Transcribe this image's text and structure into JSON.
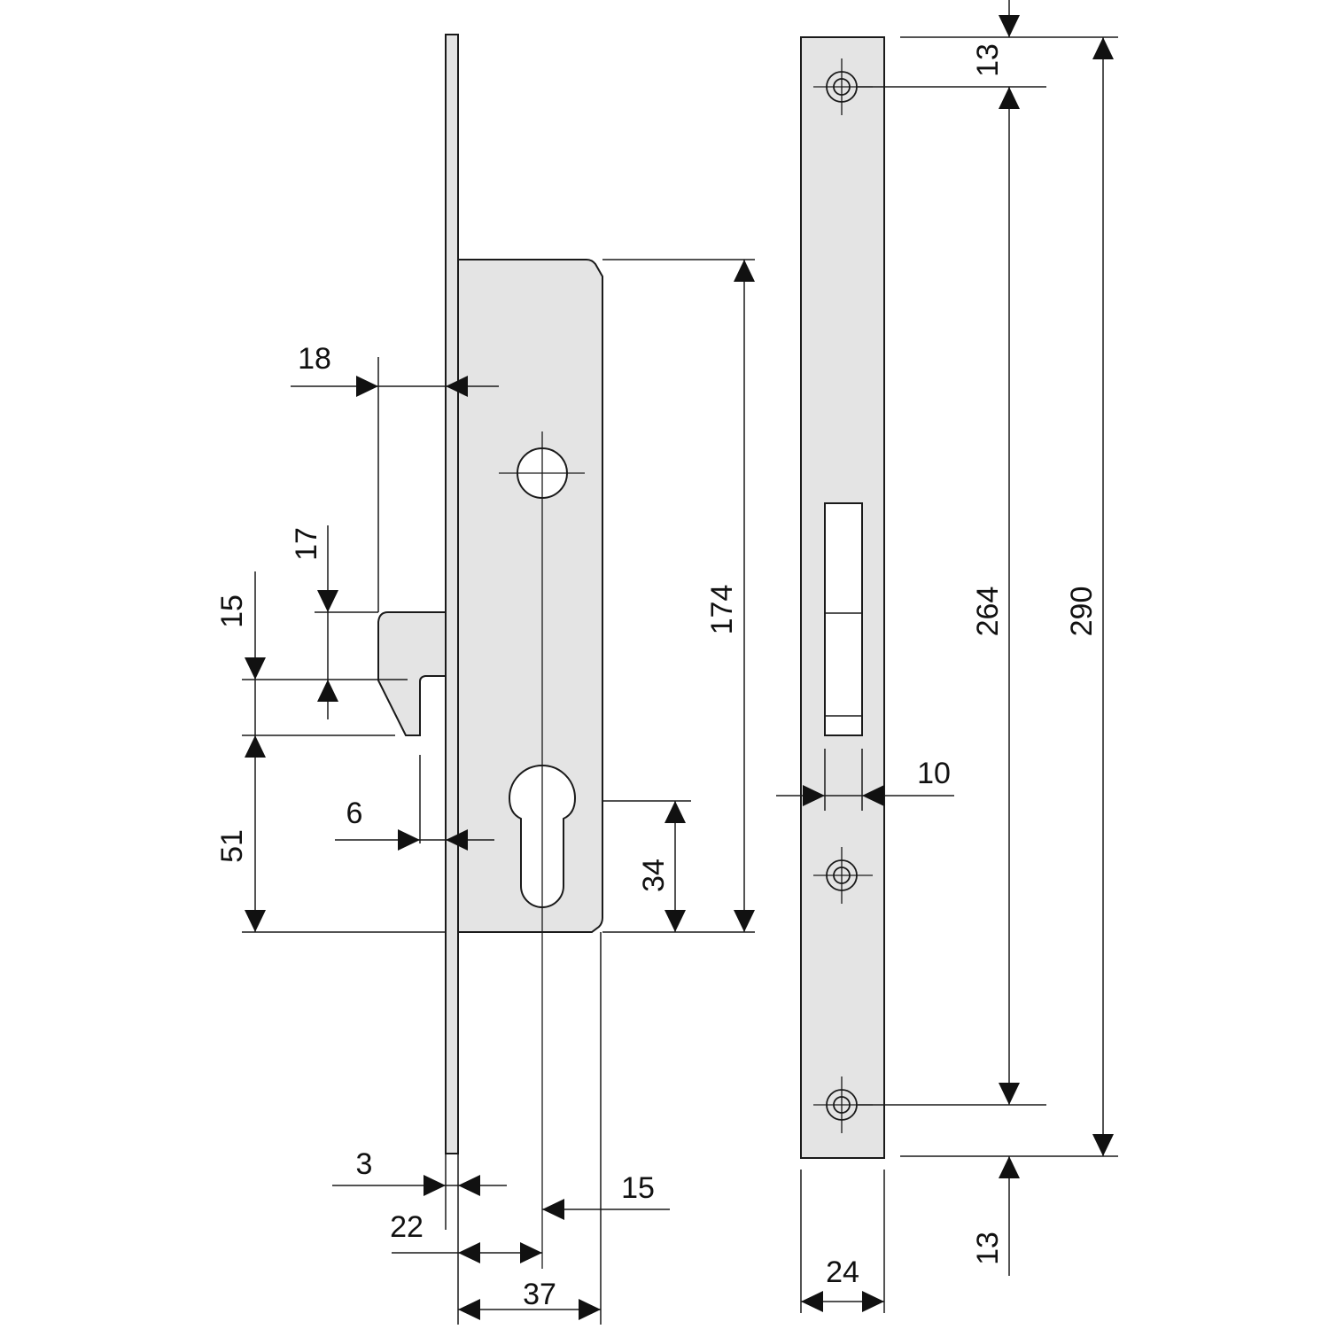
{
  "colors": {
    "part_fill": "#e4e4e4",
    "line": "#1a1a1a",
    "background": "#ffffff"
  },
  "dimensions": {
    "backset_18": "18",
    "latch_17": "17",
    "latch_15": "15",
    "latch_to_cylinder_51": "51",
    "latch_6": "6",
    "cylinder_34": "34",
    "case_174": "174",
    "faceplate_3": "3",
    "offset_22": "22",
    "edge_15": "15",
    "case_37": "37",
    "screw_13_top": "13",
    "screw_spacing_264": "264",
    "faceplate_290": "290",
    "slot_10": "10",
    "screw_13_bottom": "13",
    "faceplate_width_24": "24"
  }
}
